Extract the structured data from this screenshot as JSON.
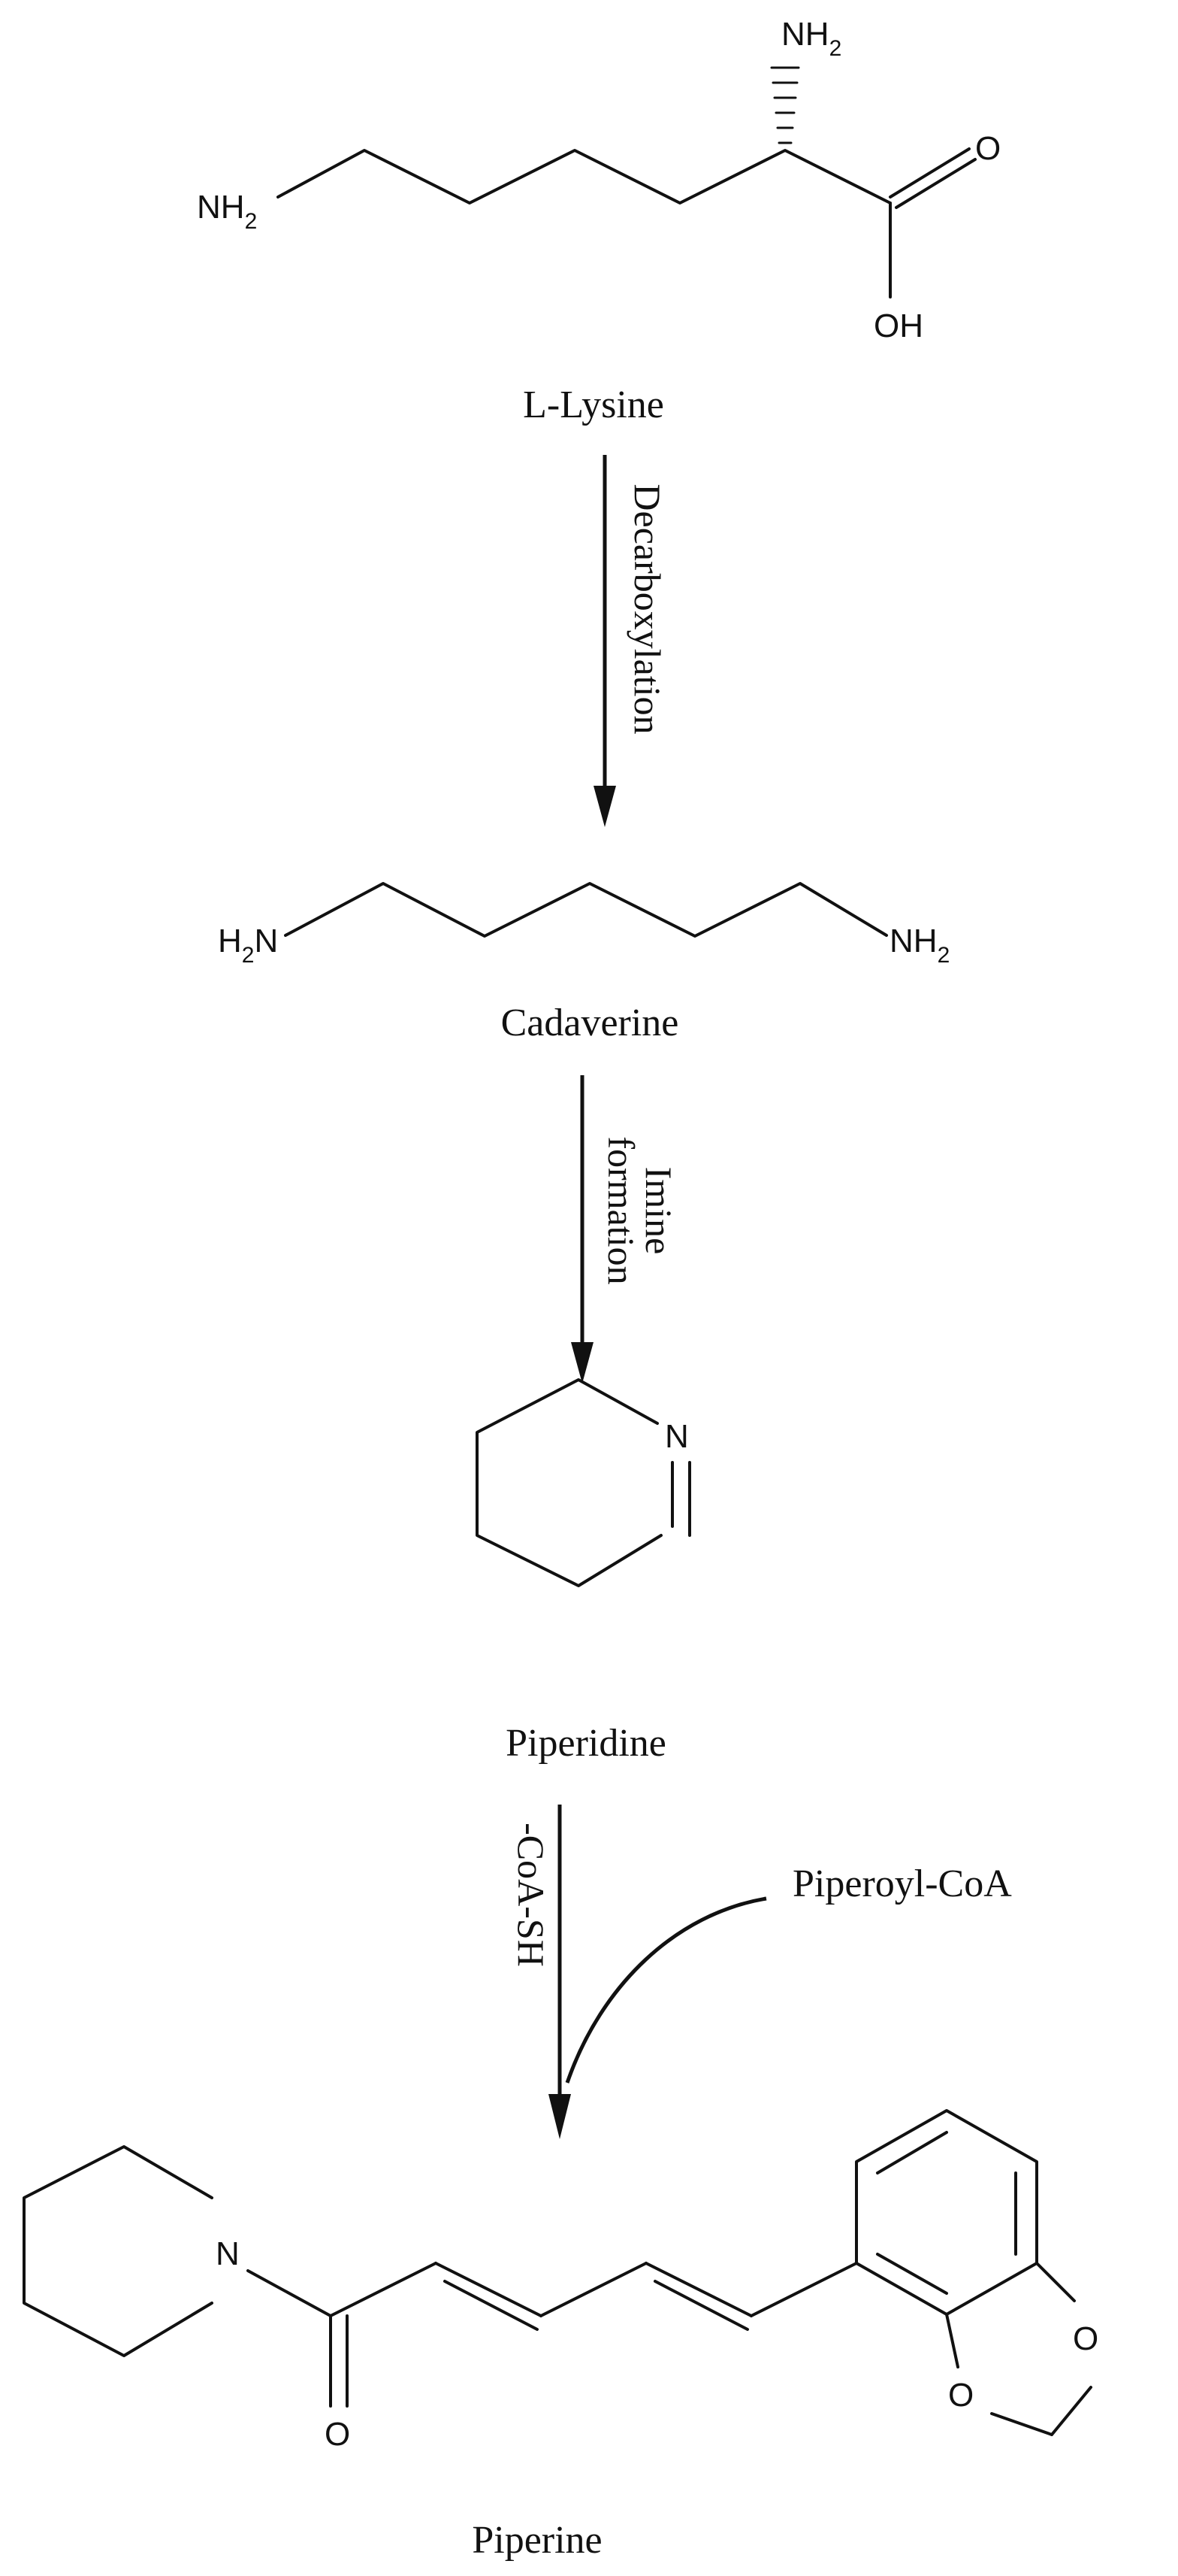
{
  "compounds": {
    "lysine": {
      "name": "L-Lysine",
      "atoms": {
        "amine_top": "NH",
        "amine_top_sub": "2",
        "amine_left": "NH",
        "amine_left_sub": "2",
        "carbonyl_o": "O",
        "hydroxyl": "OH"
      }
    },
    "cadaverine": {
      "name": "Cadaverine",
      "atoms": {
        "left_h": "H",
        "left_sub": "2",
        "left_n": "N",
        "right_nh": "NH",
        "right_sub": "2"
      }
    },
    "piperidine": {
      "name": "Piperidine",
      "atoms": {
        "ring_n": "N"
      }
    },
    "piperine": {
      "name": "Piperine",
      "atoms": {
        "amide_n": "N",
        "carbonyl_o": "O",
        "dioxole_o1": "O",
        "dioxole_o2": "O"
      }
    }
  },
  "steps": {
    "step1": {
      "label": "Decarboxylation"
    },
    "step2": {
      "label_line1": "Imine",
      "label_line2": "formation"
    },
    "step3": {
      "label": "-CoA-SH",
      "reagent": "Piperoyl-CoA"
    }
  }
}
